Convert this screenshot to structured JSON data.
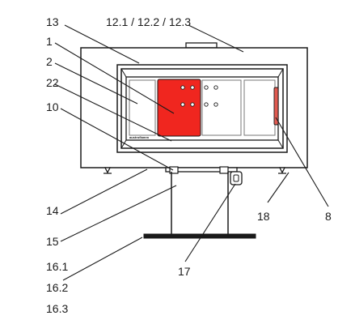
{
  "logo_text": "austroflamm",
  "callouts": {
    "c13": "13",
    "c12": "12.1 / 12.2 / 12.3",
    "c1": "1",
    "c2": "2",
    "c22": "22",
    "c10": "10",
    "c14": "14",
    "c15": "15",
    "c18": "18",
    "c8": "8",
    "c161": "16.1",
    "c162": "16.2",
    "c163": "16.3",
    "c17": "17"
  },
  "colors": {
    "highlight_panel": "#f0261f",
    "highlight_strip": "#e05a50",
    "outline": "#1a1a1a"
  }
}
